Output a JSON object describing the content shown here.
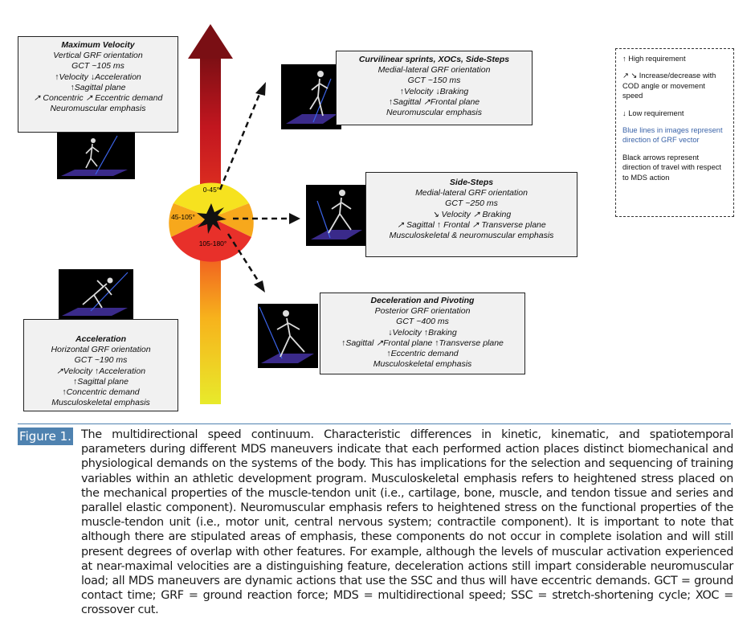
{
  "boxes": {
    "max_velocity": {
      "title": "Maximum Velocity",
      "lines": [
        "Vertical GRF orientation",
        "GCT ~105 ms",
        "↑Velocity ↓Acceleration",
        "↑Sagittal plane",
        "↗ Concentric ↗ Eccentric demand",
        "Neuromuscular emphasis"
      ]
    },
    "curvilinear": {
      "title": "Curvilinear sprints, XOCs, Side-Steps",
      "lines": [
        "Medial-lateral GRF orientation",
        "GCT ~150 ms",
        "↑Velocity ↓Braking",
        "↑Sagittal ↗Frontal plane",
        "Neuromuscular emphasis"
      ]
    },
    "side_steps": {
      "title": "Side-Steps",
      "lines": [
        "Medial-lateral GRF orientation",
        "GCT ~250 ms",
        "↘ Velocity ↗ Braking",
        "↗ Sagittal ↑ Frontal ↗ Transverse plane",
        "Musculoskeletal & neuromuscular emphasis"
      ]
    },
    "deceleration": {
      "title": "Deceleration and Pivoting",
      "lines": [
        "Posterior GRF orientation",
        "GCT ~400 ms",
        "↓Velocity ↑Braking",
        "↑Sagittal ↗Frontal plane ↑Transverse plane",
        "↑Eccentric demand",
        "Musculoskeletal emphasis"
      ]
    },
    "acceleration": {
      "title": "Acceleration",
      "lines": [
        "Horizontal GRF orientation",
        "GCT ~190 ms",
        "↗Velocity ↑Acceleration",
        "↑Sagittal plane",
        "↑Concentric demand",
        "Musculoskeletal emphasis"
      ]
    }
  },
  "wheel": {
    "top": "0-45°",
    "middle": "45-105°",
    "bottom": "105-180°",
    "colors": {
      "top": "#f6e21f",
      "middle": "#f7a81c",
      "bottom": "#e8302a"
    }
  },
  "legend": {
    "high": "↑ High requirement",
    "change": "↗ ↘ Increase/decrease with COD angle or movement speed",
    "low": "↓ Low requirement",
    "blue_lines": "Blue lines in images represent direction of GRF vector",
    "black_arrows": "Black arrows represent direction of travel with respect to MDS action"
  },
  "caption": {
    "label": "Figure 1.",
    "text": "The multidirectional speed continuum. Characteristic differences in kinetic, kinematic, and spatiotemporal parameters during different MDS maneuvers indicate that each performed action places distinct biomechanical and physiological demands on the systems of the body. This has implications for the selection and sequencing of training variables within an athletic development program. Musculoskeletal emphasis refers to heightened stress placed on the mechanical properties of the muscle-tendon unit (i.e., cartilage, bone, muscle, and tendon tissue and series and parallel elastic component). Neuromuscular emphasis refers to heightened stress on the functional properties of the muscle-tendon unit (i.e., motor unit, central nervous system; contractile component). It is important to note that although there are stipulated areas of emphasis, these components do not occur in complete isolation and will still present degrees of overlap with other features. For example, although the levels of muscular activation experienced at near-maximal velocities are a distinguishing feature, deceleration actions still impart considerable neuromuscular load; all MDS maneuvers are dynamic actions that use the SSC and thus will have eccentric demands. GCT = ground contact time; GRF = ground reaction force; MDS = multidirectional speed; SSC = stretch-shortening cycle; XOC = crossover cut."
  }
}
